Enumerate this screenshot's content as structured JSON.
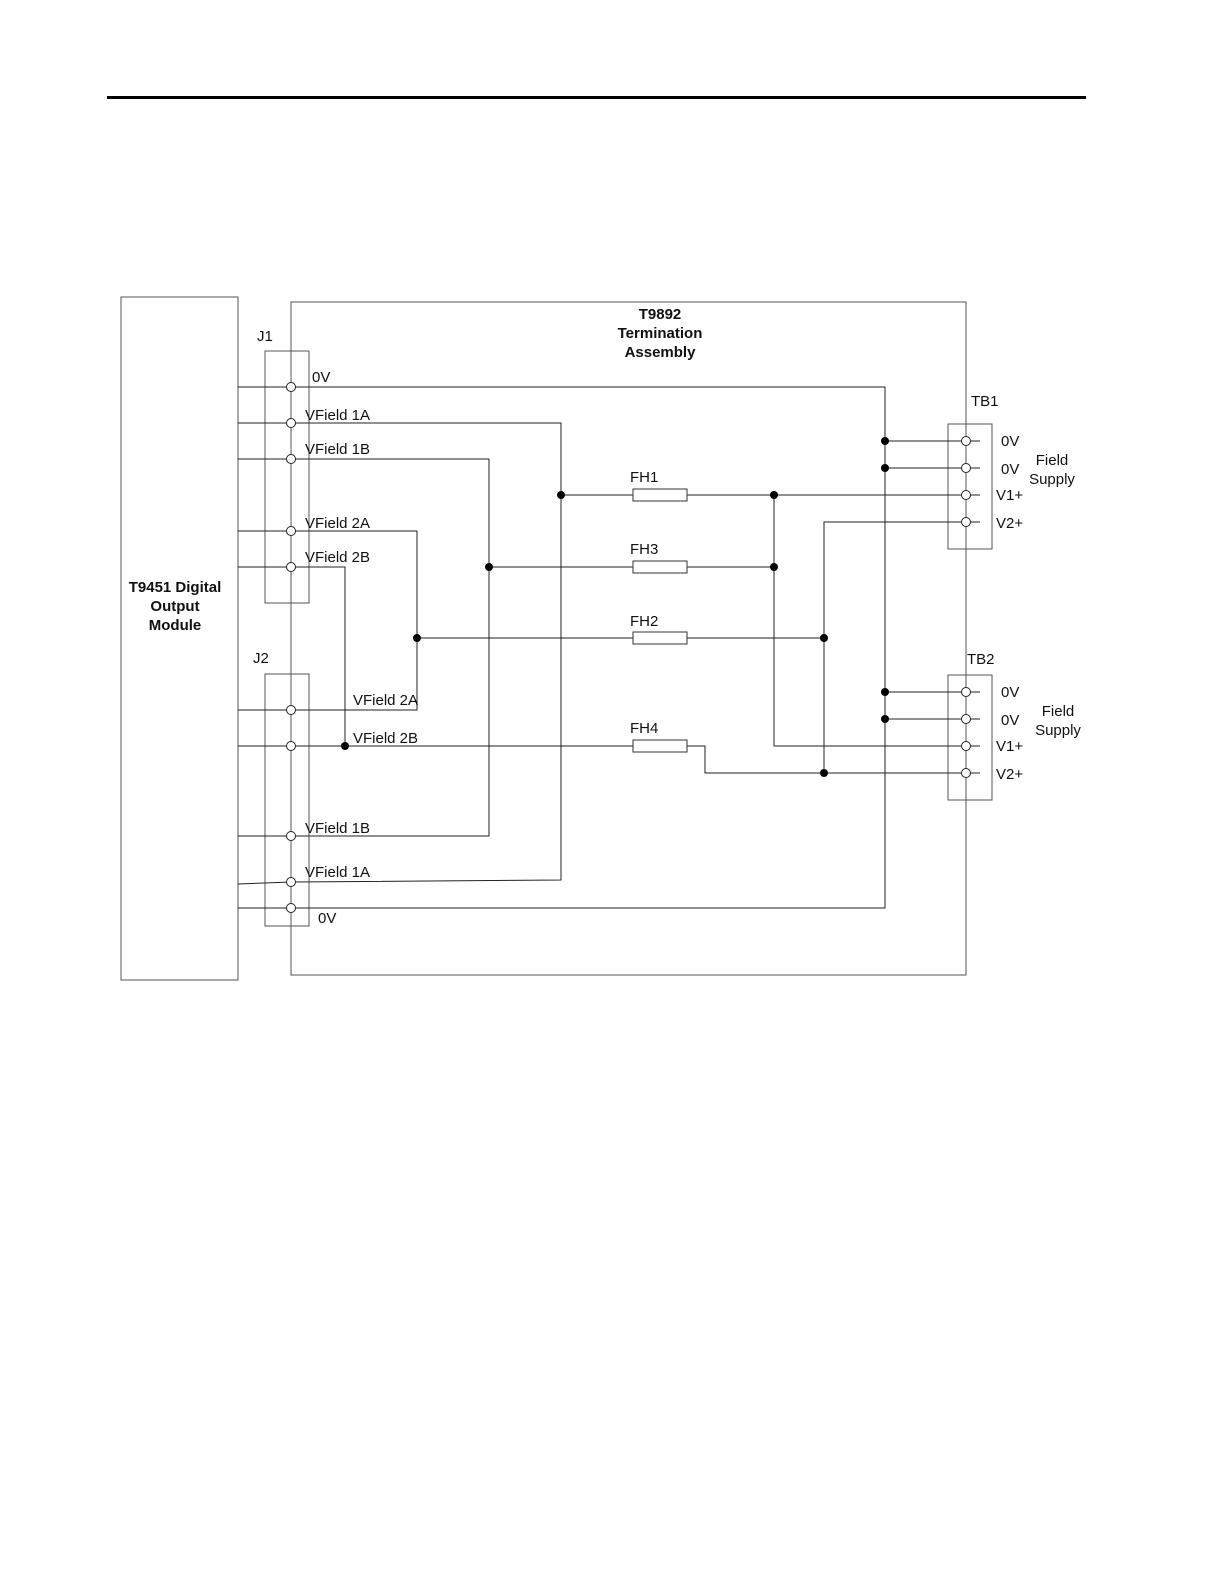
{
  "module": {
    "lines": [
      "T9451 Digital",
      "Output",
      "Module"
    ]
  },
  "assembly": {
    "lines": [
      "T9892",
      "Termination",
      "Assembly"
    ]
  },
  "j1": {
    "label": "J1",
    "pins": [
      "0V",
      "VField 1A",
      "VField 1B",
      "VField 2A",
      "VField 2B"
    ]
  },
  "j2": {
    "label": "J2",
    "pins": [
      "VField 2A",
      "VField 2B",
      "VField 1B",
      "VField 1A",
      "0V"
    ]
  },
  "fuses": [
    "FH1",
    "FH3",
    "FH2",
    "FH4"
  ],
  "tb1": {
    "label": "TB1",
    "pins": [
      "0V",
      "0V",
      "V1+",
      "V2+"
    ],
    "supply": [
      "Field",
      "Supply"
    ]
  },
  "tb2": {
    "label": "TB2",
    "pins": [
      "0V",
      "0V",
      "V1+",
      "V2+"
    ],
    "supply": [
      "Field",
      "Supply"
    ]
  }
}
